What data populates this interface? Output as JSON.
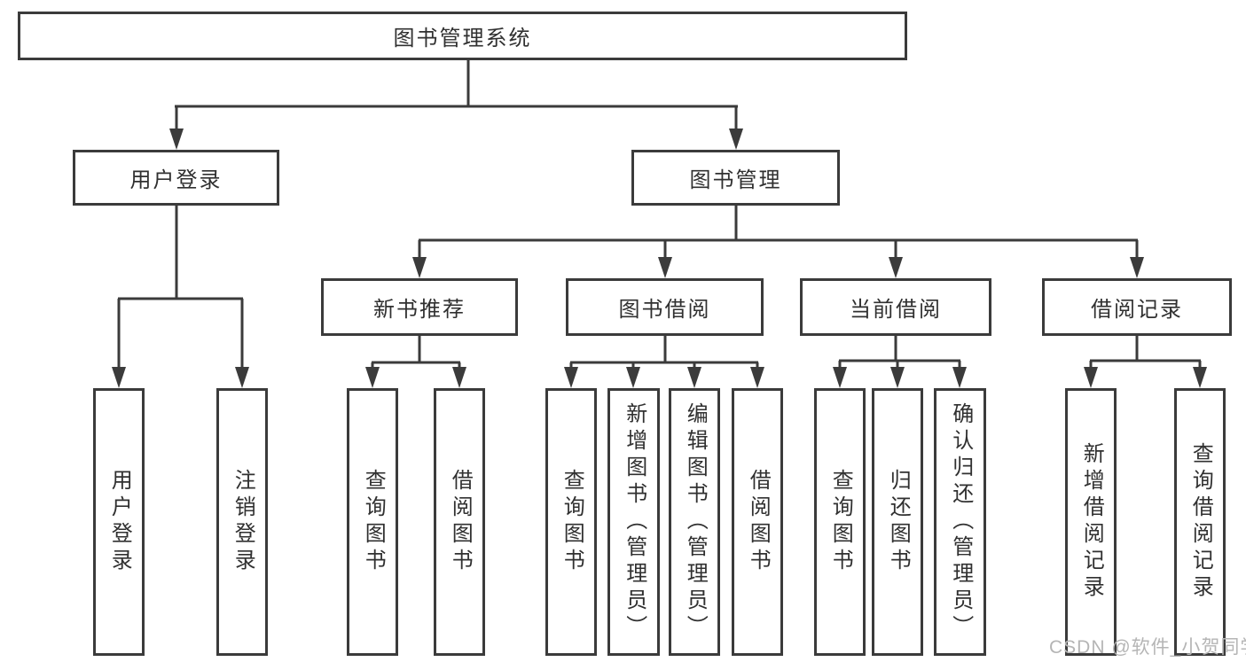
{
  "diagram": {
    "type": "tree",
    "orientation": "top-down",
    "colors": {
      "background": "#ffffff",
      "line": "#3b3b3b",
      "box_border": "#3b3b3b",
      "text": "#303030",
      "watermark": "#b5b5b5"
    },
    "tree": {
      "label": "图书管理系统",
      "children": [
        {
          "label": "用户登录",
          "children": [
            {
              "label": "用户登录"
            },
            {
              "label": "注销登录"
            }
          ]
        },
        {
          "label": "图书管理",
          "children": [
            {
              "label": "新书推荐",
              "children": [
                {
                  "label": "查询图书"
                },
                {
                  "label": "借阅图书"
                }
              ]
            },
            {
              "label": "图书借阅",
              "children": [
                {
                  "label": "查询图书"
                },
                {
                  "label": "新增图书（管理员）"
                },
                {
                  "label": "编辑图书（管理员）"
                },
                {
                  "label": "借阅图书"
                }
              ]
            },
            {
              "label": "当前借阅",
              "children": [
                {
                  "label": "查询图书"
                },
                {
                  "label": "归还图书"
                },
                {
                  "label": "确认归还（管理员）"
                }
              ]
            },
            {
              "label": "借阅记录",
              "children": [
                {
                  "label": "新增借阅记录"
                },
                {
                  "label": "查询借阅记录"
                }
              ]
            }
          ]
        }
      ]
    },
    "watermark": "CSDN @软件_小贺同学"
  }
}
